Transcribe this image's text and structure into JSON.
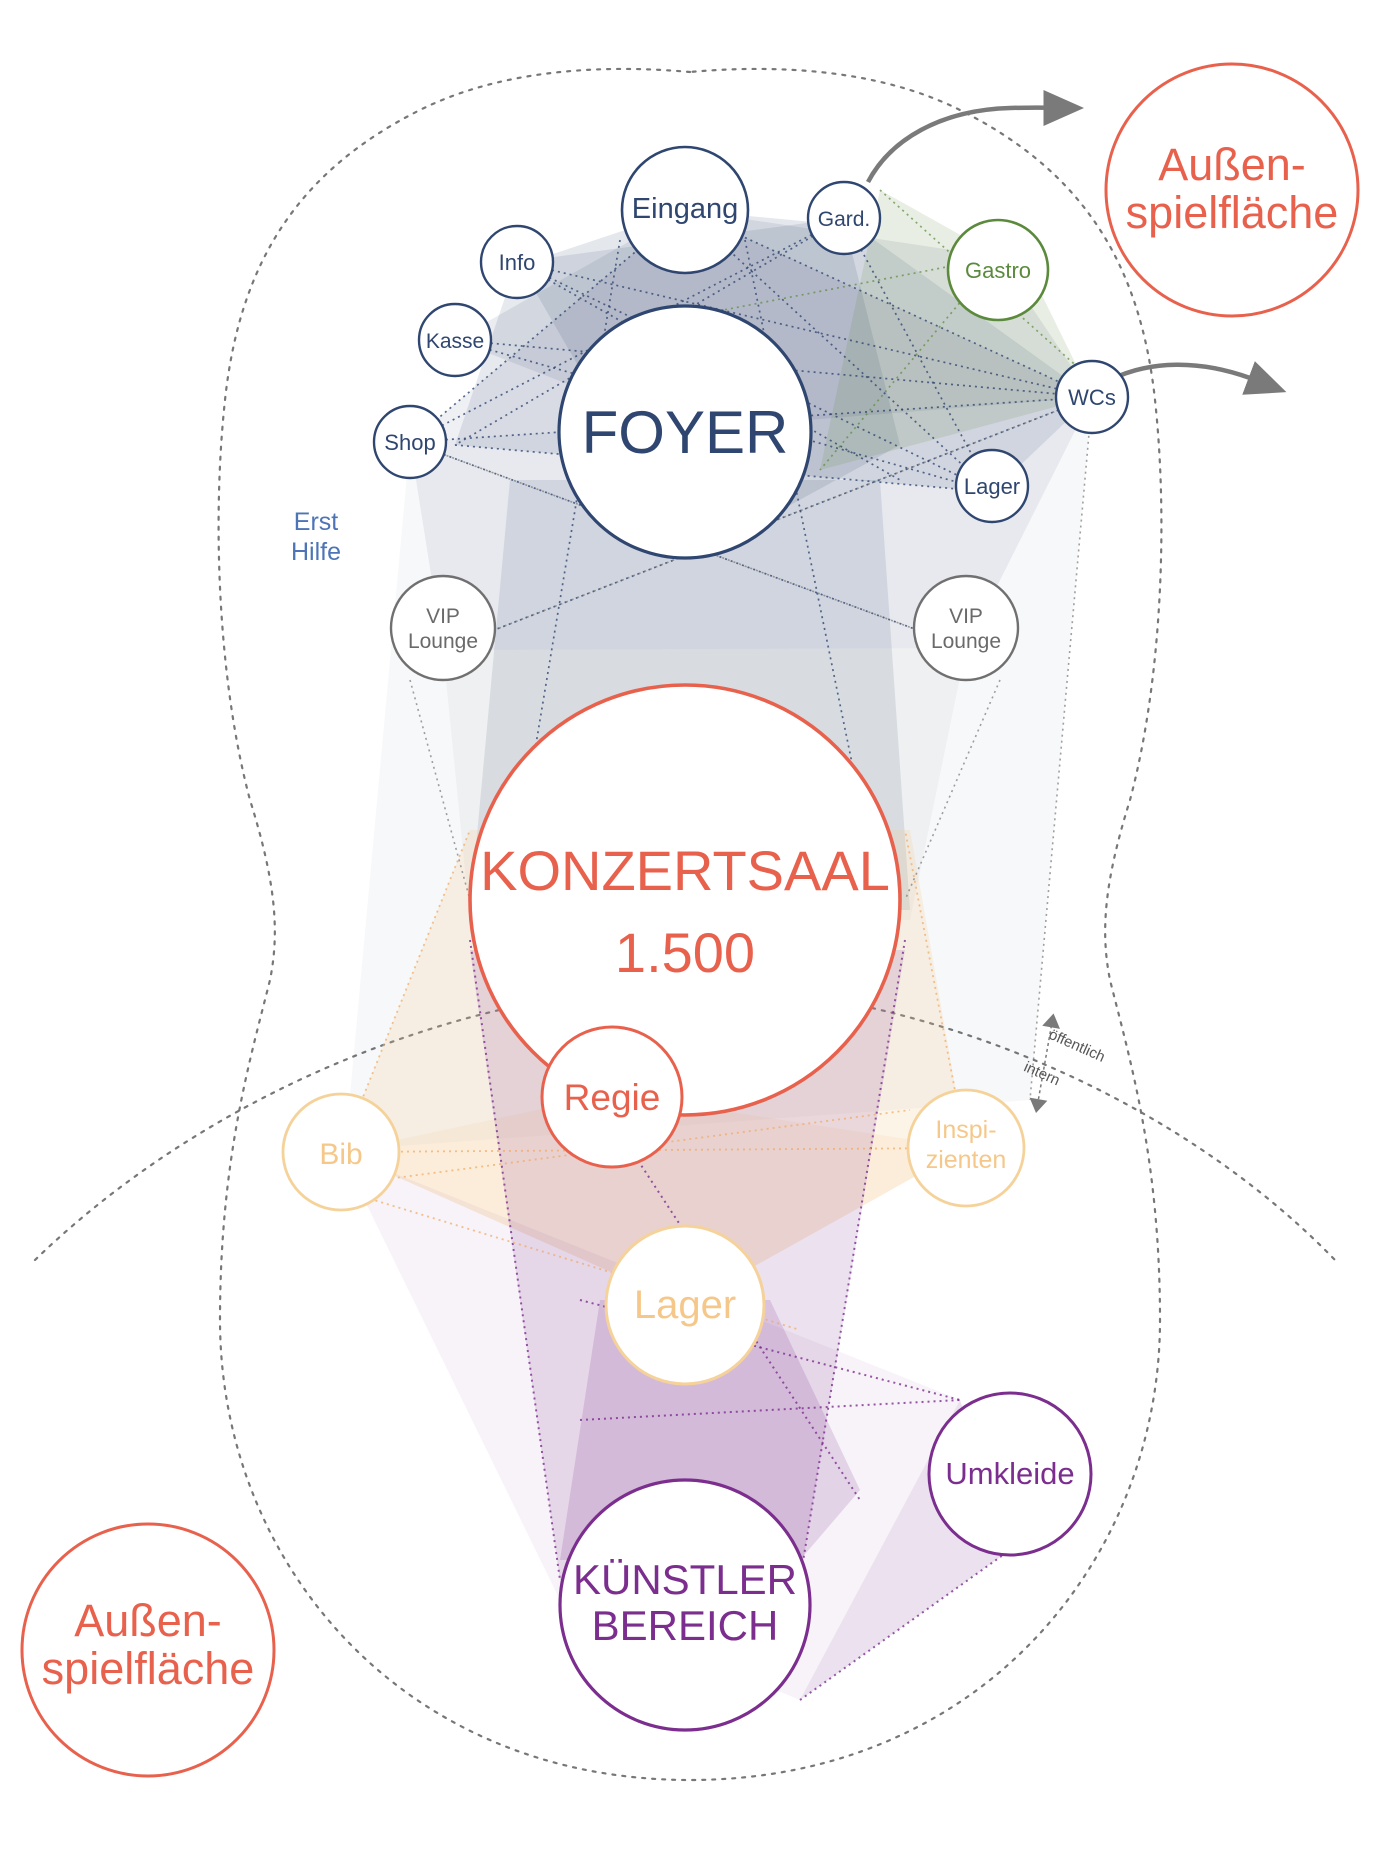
{
  "outdoor": {
    "top_right_line1": "Außen-",
    "top_right_line2": "spielfläche",
    "bottom_left_line1": "Außen-",
    "bottom_left_line2": "spielfläche"
  },
  "labels": {
    "erst_hilfe_line1": "Erst",
    "erst_hilfe_line2": "Hilfe",
    "zone_public": "öffentlich",
    "zone_internal": "intern"
  },
  "nodes": {
    "foyer": "FOYER",
    "eingang": "Eingang",
    "gard": "Gard.",
    "info": "Info",
    "kasse": "Kasse",
    "shop": "Shop",
    "gastro": "Gastro",
    "wcs": "WCs",
    "lager_top": "Lager",
    "vip_left_line1": "VIP",
    "vip_left_line2": "Lounge",
    "vip_right_line1": "VIP",
    "vip_right_line2": "Lounge",
    "konzertsaal": "KONZERTSAAL",
    "capacity": "1.500",
    "regie": "Regie",
    "bib": "Bib",
    "inspizienten_line1": "Inspi-",
    "inspizienten_line2": "zienten",
    "lager_mid": "Lager",
    "umkleide": "Umkleide",
    "kuenstler_line1": "KÜNSTLER",
    "kuenstler_line2": "BEREICH"
  },
  "colors": {
    "public_blue": "#2f4670",
    "gastro_green": "#5b8a3c",
    "vip_gray": "#7a7a7a",
    "concert_red": "#e8614d",
    "support_orange": "#f5c88a",
    "artist_purple": "#7b2e8e",
    "info_blue": "#4d74b6",
    "arrow_gray": "#7a7a7a"
  }
}
